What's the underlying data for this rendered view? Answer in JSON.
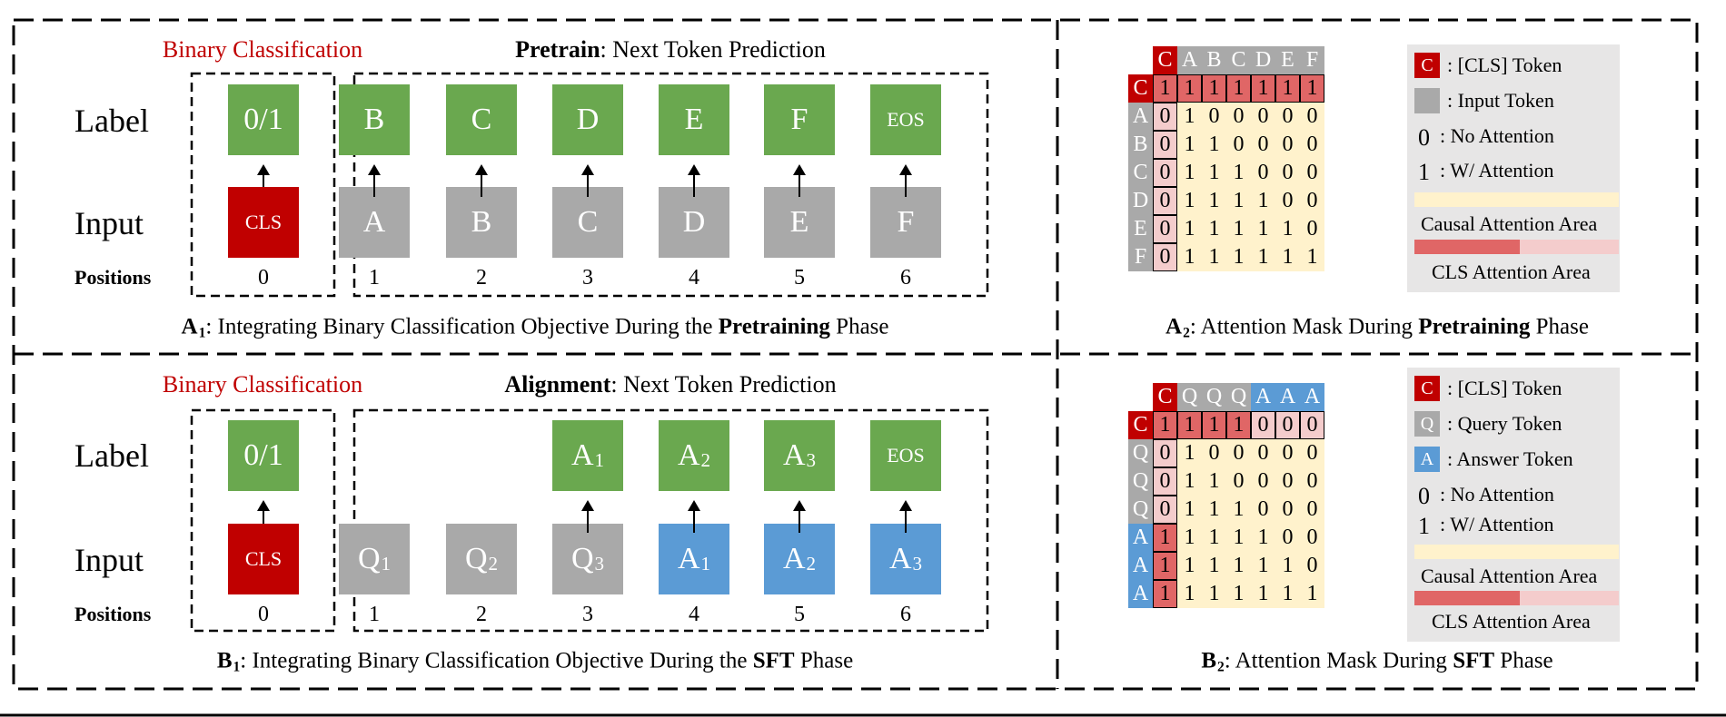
{
  "common": {
    "binary_classification": "Binary Classification",
    "next_token_prediction": ": Next Token Prediction",
    "label": "Label",
    "input": "Input",
    "positions": "Positions",
    "zero": "0",
    "legend_cls_swatch": "C",
    "legend_cls_token": ":  [CLS] Token",
    "legend_input_token": ":  Input Token",
    "legend_query_swatch": "Q",
    "legend_query_token": ":  Query Token",
    "legend_answer_swatch": "A",
    "legend_answer_token": ":  Answer Token",
    "legend_zero": "0",
    "legend_no_attention": ":  No Attention",
    "legend_one": "1",
    "legend_with_attention": ":  W/ Attention",
    "legend_causal_area": "Causal Attention Area",
    "legend_cls_area": "CLS Attention Area"
  },
  "panelA1": {
    "title_bold": "Pretrain",
    "cls_label": "0/1",
    "cls_input": "CLS",
    "labels": [
      "B",
      "C",
      "D",
      "E",
      "F",
      "EOS"
    ],
    "inputs": [
      "A",
      "B",
      "C",
      "D",
      "E",
      "F"
    ],
    "positions": [
      "1",
      "2",
      "3",
      "4",
      "5",
      "6"
    ],
    "caption_letter": "A",
    "caption_sub": "1",
    "caption_text": ": Integrating Binary Classification Objective During the ",
    "caption_bold": "Pretraining",
    "caption_end": " Phase"
  },
  "panelB1": {
    "title_bold": "Alignment",
    "cls_label": "0/1",
    "cls_input": "CLS",
    "labels": [
      {
        "main": "A",
        "sub": "1"
      },
      {
        "main": "A",
        "sub": "2"
      },
      {
        "main": "A",
        "sub": "3"
      },
      {
        "main": "EOS",
        "sub": ""
      }
    ],
    "inputs": [
      {
        "main": "Q",
        "sub": "1",
        "kind": "query"
      },
      {
        "main": "Q",
        "sub": "2",
        "kind": "query"
      },
      {
        "main": "Q",
        "sub": "3",
        "kind": "query"
      },
      {
        "main": "A",
        "sub": "1",
        "kind": "answer"
      },
      {
        "main": "A",
        "sub": "2",
        "kind": "answer"
      },
      {
        "main": "A",
        "sub": "3",
        "kind": "answer"
      }
    ],
    "positions": [
      "1",
      "2",
      "3",
      "4",
      "5",
      "6"
    ],
    "caption_letter": "B",
    "caption_sub": "1",
    "caption_text": ": Integrating Binary Classification Objective During the ",
    "caption_bold": "SFT",
    "caption_end": " Phase"
  },
  "panelA2": {
    "headers": [
      "C",
      "A",
      "B",
      "C",
      "D",
      "E",
      "F"
    ],
    "header_kinds": [
      "cls",
      "input",
      "input",
      "input",
      "input",
      "input",
      "input"
    ],
    "rows": [
      [
        "1",
        "1",
        "1",
        "1",
        "1",
        "1",
        "1"
      ],
      [
        "0",
        "1",
        "0",
        "0",
        "0",
        "0",
        "0"
      ],
      [
        "0",
        "1",
        "1",
        "0",
        "0",
        "0",
        "0"
      ],
      [
        "0",
        "1",
        "1",
        "1",
        "0",
        "0",
        "0"
      ],
      [
        "0",
        "1",
        "1",
        "1",
        "1",
        "0",
        "0"
      ],
      [
        "0",
        "1",
        "1",
        "1",
        "1",
        "1",
        "0"
      ],
      [
        "0",
        "1",
        "1",
        "1",
        "1",
        "1",
        "1"
      ]
    ],
    "caption_letter": "A",
    "caption_sub": "2",
    "caption_text": ": Attention Mask During ",
    "caption_bold": "Pretraining",
    "caption_end": " Phase"
  },
  "panelB2": {
    "headers": [
      "C",
      "Q",
      "Q",
      "Q",
      "A",
      "A",
      "A"
    ],
    "header_kinds": [
      "cls",
      "query",
      "query",
      "query",
      "answer",
      "answer",
      "answer"
    ],
    "rows": [
      [
        "1",
        "1",
        "1",
        "1",
        "0",
        "0",
        "0"
      ],
      [
        "0",
        "1",
        "0",
        "0",
        "0",
        "0",
        "0"
      ],
      [
        "0",
        "1",
        "1",
        "0",
        "0",
        "0",
        "0"
      ],
      [
        "0",
        "1",
        "1",
        "1",
        "0",
        "0",
        "0"
      ],
      [
        "1",
        "1",
        "1",
        "1",
        "1",
        "0",
        "0"
      ],
      [
        "1",
        "1",
        "1",
        "1",
        "1",
        "1",
        "0"
      ],
      [
        "1",
        "1",
        "1",
        "1",
        "1",
        "1",
        "1"
      ]
    ],
    "caption_letter": "B",
    "caption_sub": "2",
    "caption_text": ": Attention Mask During ",
    "caption_bold": "SFT",
    "caption_end": " Phase"
  },
  "colors": {
    "green": "#6aa84f",
    "gray": "#a9a9a9",
    "cls_red": "#c00000",
    "blue": "#5b9bd5",
    "mask_red": "#e06666",
    "mask_pink": "#f4cccc",
    "mask_yellow": "#fff2cc",
    "legend_bg": "#e7e6e6",
    "title_red": "#c00000"
  }
}
